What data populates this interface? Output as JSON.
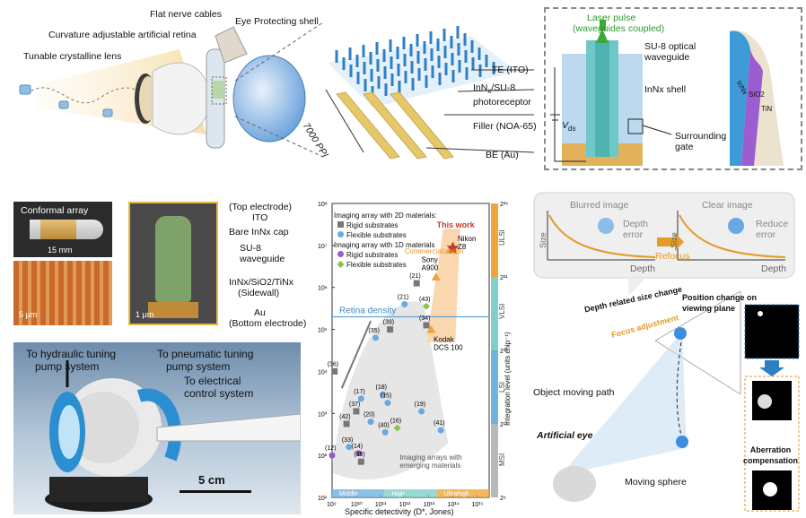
{
  "panel_a": {
    "labels": {
      "lens": "Tunable crystalline lens",
      "retina": "Curvature adjustable artificial retina",
      "cables": "Flat nerve cables",
      "shell": "Eye Protecting shell",
      "te": "TE (ITO)",
      "photoreceptor_1": "InN",
      "photoreceptor_sub": "x",
      "photoreceptor_2": "/SU-8",
      "photoreceptor_3": "photoreceptor",
      "filler": "Filler (NOA-65)",
      "be": "BE (Au)",
      "ppi": "7000 PPI"
    },
    "inset": {
      "laser_1": "Laser pulse",
      "laser_2": "(waveguides coupled)",
      "su8_1": "SU-8 optical",
      "su8_2": "waveguide",
      "inn_shell": "InNx shell",
      "vds": "V",
      "vds_sub": "ds",
      "gate_1": "Surrounding",
      "gate_2": "gate",
      "layer_inn": "InNx",
      "layer_sio": "SiO2",
      "layer_tin": "TiN"
    }
  },
  "panel_b": {
    "conformal": "Conformal array",
    "scale_15mm": "15 mm",
    "scale_5um": "5 μm",
    "scale_1um": "1 μm",
    "top_electrode_1": "(Top electrode)",
    "top_electrode_2": "ITO",
    "bare_cap": "Bare InNx cap",
    "su8_1": "SU-8",
    "su8_2": "waveguide",
    "sidewall_1": "InNx/SiO2/TiNx",
    "sidewall_2": "(Sidewall)",
    "au_1": "Au",
    "au_2": "(Bottom electrode)"
  },
  "panel_c": {
    "hydraulic_1": "To hydraulic tuning",
    "hydraulic_2": "pump system",
    "pneumatic_1": "To pneumatic tuning",
    "pneumatic_2": "pump system",
    "electrical_1": "To electrical",
    "electrical_2": "control system",
    "scale": "5 cm"
  },
  "chart_data": {
    "type": "scatter",
    "xlabel": "Specific detectivity (D*, Jones)",
    "ylabel": "",
    "right_axis_label": "Integration level (units chip⁻¹)",
    "x_log_range": [
      9,
      15.5
    ],
    "y_log_range": [
      1,
      8
    ],
    "x_ticks": [
      "10⁹",
      "10¹⁰",
      "10¹¹",
      "10¹²",
      "10¹³",
      "10¹⁴",
      "10¹⁵"
    ],
    "y_ticks": [
      "10¹",
      "10²",
      "10³",
      "10⁴",
      "10⁵",
      "10⁶",
      "10⁷",
      "10⁸"
    ],
    "right_ticks": [
      "2⁶",
      "2¹¹",
      "2¹⁶",
      "2²¹",
      "2²⁶"
    ],
    "legend": {
      "header_2d": "Imaging array with 2D materials:",
      "rigid_2d": "Rigid substrates",
      "flexible_2d": "Flexible substrates",
      "header_1d": "Imaging array with 1D materials",
      "rigid_1d": "Rigid substrates",
      "flexible_1d": "Flexible substrates"
    },
    "points": [
      {
        "label": "(36)",
        "x": 9.1,
        "y": 4.0,
        "kind": "rigid2d"
      },
      {
        "label": "(42)",
        "x": 9.6,
        "y": 2.75,
        "kind": "rigid2d"
      },
      {
        "label": "(37)",
        "x": 10.0,
        "y": 3.05,
        "kind": "rigid2d"
      },
      {
        "label": "(17)",
        "x": 10.2,
        "y": 3.35,
        "kind": "flex2d"
      },
      {
        "label": "(20)",
        "x": 10.6,
        "y": 2.8,
        "kind": "flex2d"
      },
      {
        "label": "(18)",
        "x": 11.1,
        "y": 3.45,
        "kind": "flex2d"
      },
      {
        "label": "(15)",
        "x": 11.3,
        "y": 3.25,
        "kind": "flex2d"
      },
      {
        "label": "(19)",
        "x": 12.7,
        "y": 3.05,
        "kind": "flex2d"
      },
      {
        "label": "(40)",
        "x": 11.2,
        "y": 2.55,
        "kind": "flex2d"
      },
      {
        "label": "(16)",
        "x": 11.7,
        "y": 2.65,
        "kind": "flex1d"
      },
      {
        "label": "(41)",
        "x": 13.5,
        "y": 2.6,
        "kind": "flex2d"
      },
      {
        "label": "(12)",
        "x": 9.0,
        "y": 2.0,
        "kind": "rigid1d"
      },
      {
        "label": "(33)",
        "x": 9.7,
        "y": 2.2,
        "kind": "flex2d"
      },
      {
        "label": "(14)",
        "x": 10.1,
        "y": 2.05,
        "kind": "rigid1d"
      },
      {
        "label": "(38)",
        "x": 10.2,
        "y": 1.85,
        "kind": "rigid2d"
      },
      {
        "label": "(35)",
        "x": 10.8,
        "y": 4.8,
        "kind": "flex2d"
      },
      {
        "label": "(39)",
        "x": 11.4,
        "y": 5.0,
        "kind": "rigid2d"
      },
      {
        "label": "(21)",
        "x": 12.0,
        "y": 5.6,
        "kind": "flex2d"
      },
      {
        "label": "(21)",
        "x": 12.5,
        "y": 6.1,
        "kind": "rigid2d"
      },
      {
        "label": "(43)",
        "x": 12.9,
        "y": 5.55,
        "kind": "flex1d"
      },
      {
        "label": "(34)",
        "x": 12.9,
        "y": 5.1,
        "kind": "rigid2d"
      }
    ],
    "commercial": [
      {
        "label": "Kodak DCS 100",
        "x": 13.1,
        "y": 5.0
      },
      {
        "label": "Sony A900",
        "x": 13.3,
        "y": 6.25
      },
      {
        "label": "Nikon Z8",
        "x": 13.9,
        "y": 6.9
      }
    ],
    "this_work": {
      "label": "This work",
      "x": 14.0,
      "y": 6.95
    },
    "annotations": {
      "commercialization": "Commercialization",
      "retina_density": "Retina density",
      "emerging_1": "Imaging arrays with",
      "emerging_2": "emerging materials",
      "kodak_1": "Kodak",
      "kodak_2": "DCS 100",
      "sony_1": "Sony",
      "sony_2": "A900",
      "nikon_1": "Nikon",
      "nikon_2": "Z8"
    },
    "scale_bands": [
      {
        "label": "ULSI",
        "color": "#f0a43a"
      },
      {
        "label": "VLSI",
        "color": "#7fd0c8"
      },
      {
        "label": "LSI",
        "color": "#6fb3e0"
      },
      {
        "label": "MSI",
        "color": "#b9b9b9"
      }
    ],
    "detectivity_bands": [
      {
        "label": "Middle",
        "color": "#6fb3e0"
      },
      {
        "label": "High",
        "color": "#7fd0c8"
      },
      {
        "label": "Ultrahigh",
        "color": "#f0a43a"
      }
    ]
  },
  "panel_d": {
    "blurred": "Blurred image",
    "clear": "Clear image",
    "size": "Size",
    "depth": "Depth",
    "depth_error_1": "Depth",
    "depth_error_2": "error",
    "reduce_1": "Reduce",
    "reduce_2": "error",
    "refocus": "Refocus",
    "depth_related": "Depth related size change",
    "position_1": "Position change on",
    "position_2": "viewing plane",
    "focus_adjust": "Focus adjustment",
    "object_path": "Object moving path",
    "artificial_eye": "Artificial eye",
    "moving_sphere": "Moving sphere",
    "aberration_1": "Aberration",
    "aberration_2": "compensation"
  }
}
